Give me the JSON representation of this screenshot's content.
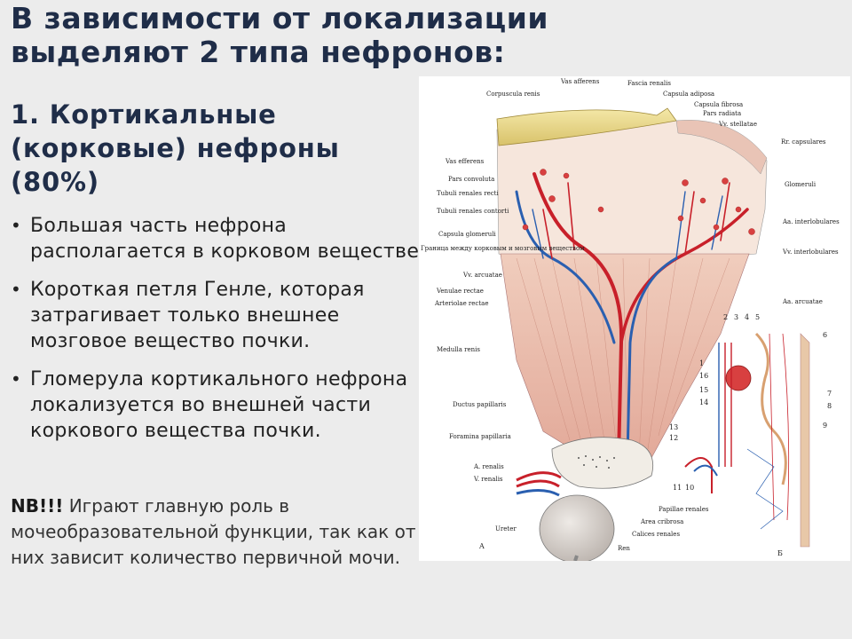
{
  "title": "В зависимости от локализации выделяют 2 типа нефронов:",
  "subtitle": "1. Кортикальные (корковые) нефроны (80%)",
  "bullets": [
    "Большая часть нефрона располагается в корковом веществе,",
    "Короткая петля Генле, которая затрагивает только внешнее мозговое вещество почки.",
    "Гломерула кортикального нефрона локализуется во внешней части коркового вещества почки."
  ],
  "nb": {
    "label": "NB!!!",
    "text": " Играют главную роль в мочеобразовательной функции, так как от них зависит количество первичной мочи."
  },
  "figure": {
    "labels_left": {
      "corpuscula_renis": "Corpuscula renis",
      "vas_afferens": "Vas afferens",
      "vas_efferens": "Vas efferens",
      "pars_convoluta": "Pars convoluta",
      "tubuli_recti": "Tubuli renales recti",
      "tubuli_contorti": "Tubuli renales contorti",
      "capsula_glomeruli": "Capsula glomeruli",
      "granica": "Граница между корковым и мозговым веществом",
      "vv_arcuatae": "Vv. arcuatae",
      "venulae_rectae": "Venulae rectae",
      "arteriolae_rectae": "Arteriolae rectae",
      "medulla_renis": "Medulla renis",
      "ductus_papillaris": "Ductus papillaris",
      "foramina_papillaria": "Foramina papillaria",
      "a_renalis": "A. renalis",
      "v_renalis": "V. renalis",
      "ureter": "Ureter",
      "ren": "Ren"
    },
    "labels_top": {
      "fascia_renalis": "Fascia renalis",
      "capsula_adiposa": "Capsula adiposa",
      "capsula_fibrosa": "Capsula fibrosa",
      "pars_radiata": "Pars radiata",
      "vv_stellatae": "Vv. stellatae"
    },
    "labels_right": {
      "rr_capsulares": "Rr. capsulares",
      "glomeruli": "Glomeruli",
      "aa_interlobulares": "Aa. interlobulares",
      "vv_interlobulares": "Vv. interlobulares",
      "aa_arcuatae": "Aa. arcuatae"
    },
    "labels_bottom": {
      "papillae_renales": "Papillae renales",
      "area_cribrosa": "Area cribrosa",
      "calices_renales": "Calices renales"
    },
    "panel_a": "A",
    "panel_b": "Б",
    "numbers": [
      "1",
      "2",
      "3",
      "4",
      "5",
      "6",
      "7",
      "8",
      "9",
      "10",
      "11",
      "12",
      "13",
      "14",
      "15",
      "16"
    ]
  },
  "colors": {
    "title": "#1f2d48",
    "background": "#ececec",
    "artery": "#c8202a",
    "vein": "#2a5fb0",
    "capsule_fat": "#e8d88a",
    "medulla": "#e8b8a8"
  }
}
